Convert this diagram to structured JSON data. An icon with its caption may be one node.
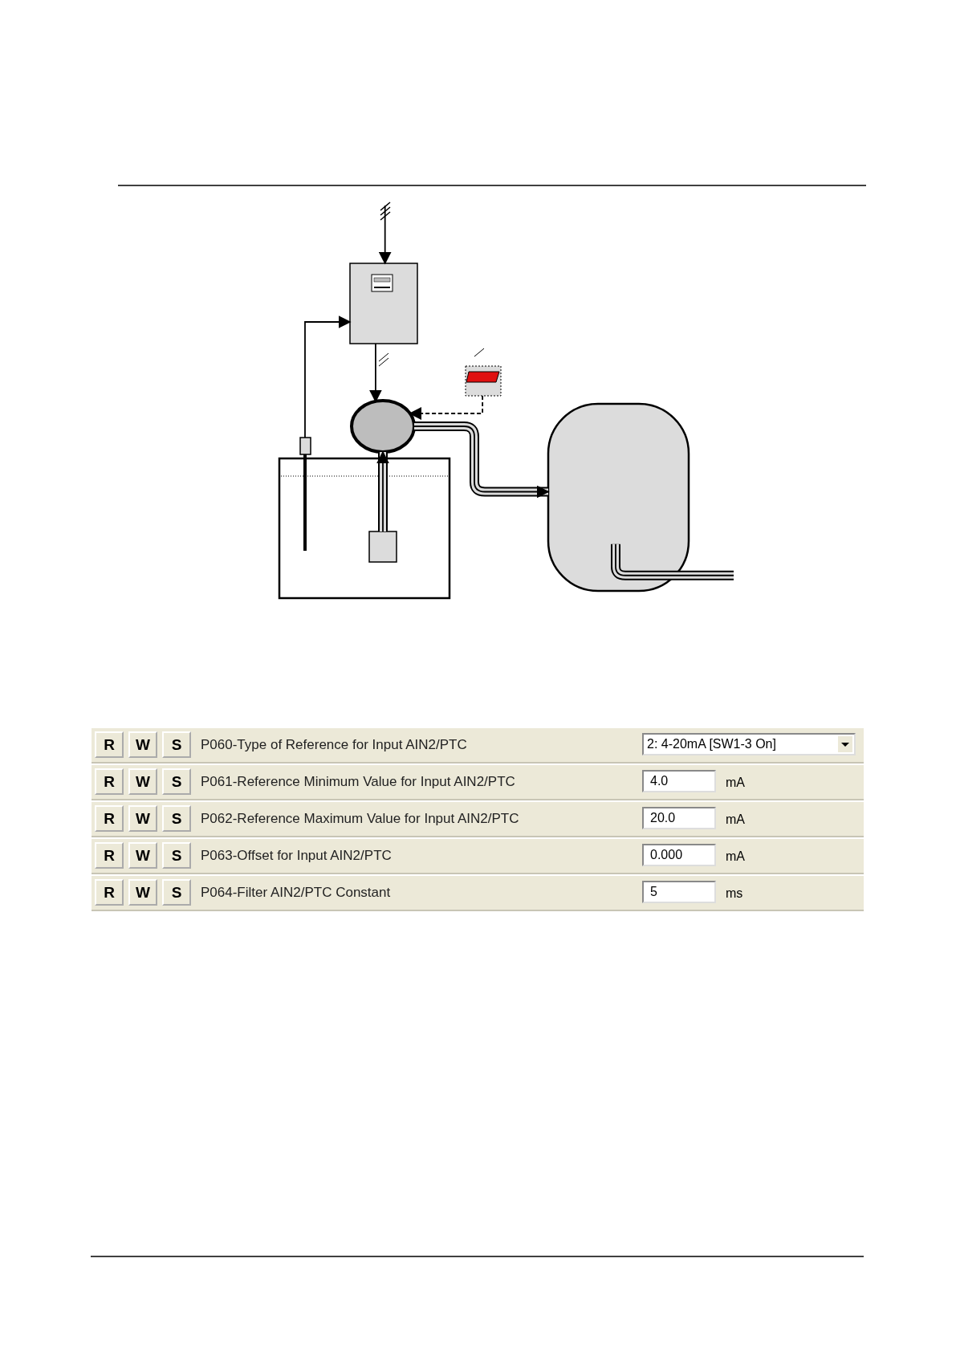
{
  "diagram": {
    "nodes": [
      {
        "text": [],
        "shape": "box"
      },
      {
        "text": [],
        "shape": "box"
      },
      {
        "text": [],
        "shape": "circle"
      },
      {
        "text": [],
        "shape": "bar"
      },
      {
        "text": [],
        "shape": "box"
      },
      {
        "text": [],
        "shape": "box",
        "in": 4
      },
      {
        "text": [],
        "shape": "cylinder"
      }
    ],
    "edges": [
      {
        "from": null,
        "to": 0,
        "arrow": "to"
      },
      {
        "from": 0,
        "to": 2,
        "arrow": "to"
      },
      {
        "from": 3,
        "to": 0,
        "arrow": "to"
      },
      {
        "from": 1,
        "to": 2,
        "arrow": "to",
        "style": "dashed"
      },
      {
        "from": 5,
        "to": 2,
        "arrow": "to"
      },
      {
        "from": 2,
        "to": 6,
        "arrow": "to"
      },
      {
        "from": 6,
        "to": null,
        "arrow": "none"
      }
    ],
    "labels": [
      "R",
      "W",
      "S",
      "P060-Type of Reference for Input AIN2/PTC",
      "2: 4-20mA [SW1-3 On]",
      "R",
      "W",
      "S",
      "P061-Reference Minimum Value for Input AIN2/PTC",
      "4.0",
      "mA",
      "R",
      "W",
      "S",
      "P062-Reference Maximum Value for Input AIN2/PTC",
      "20.0",
      "mA",
      "R",
      "W",
      "S",
      "P063-Offset for Input AIN2/PTC",
      "0.000",
      "mA",
      "R",
      "W",
      "S",
      "P064-Filter AIN2/PTC Constant",
      "5",
      "ms"
    ]
  }
}
